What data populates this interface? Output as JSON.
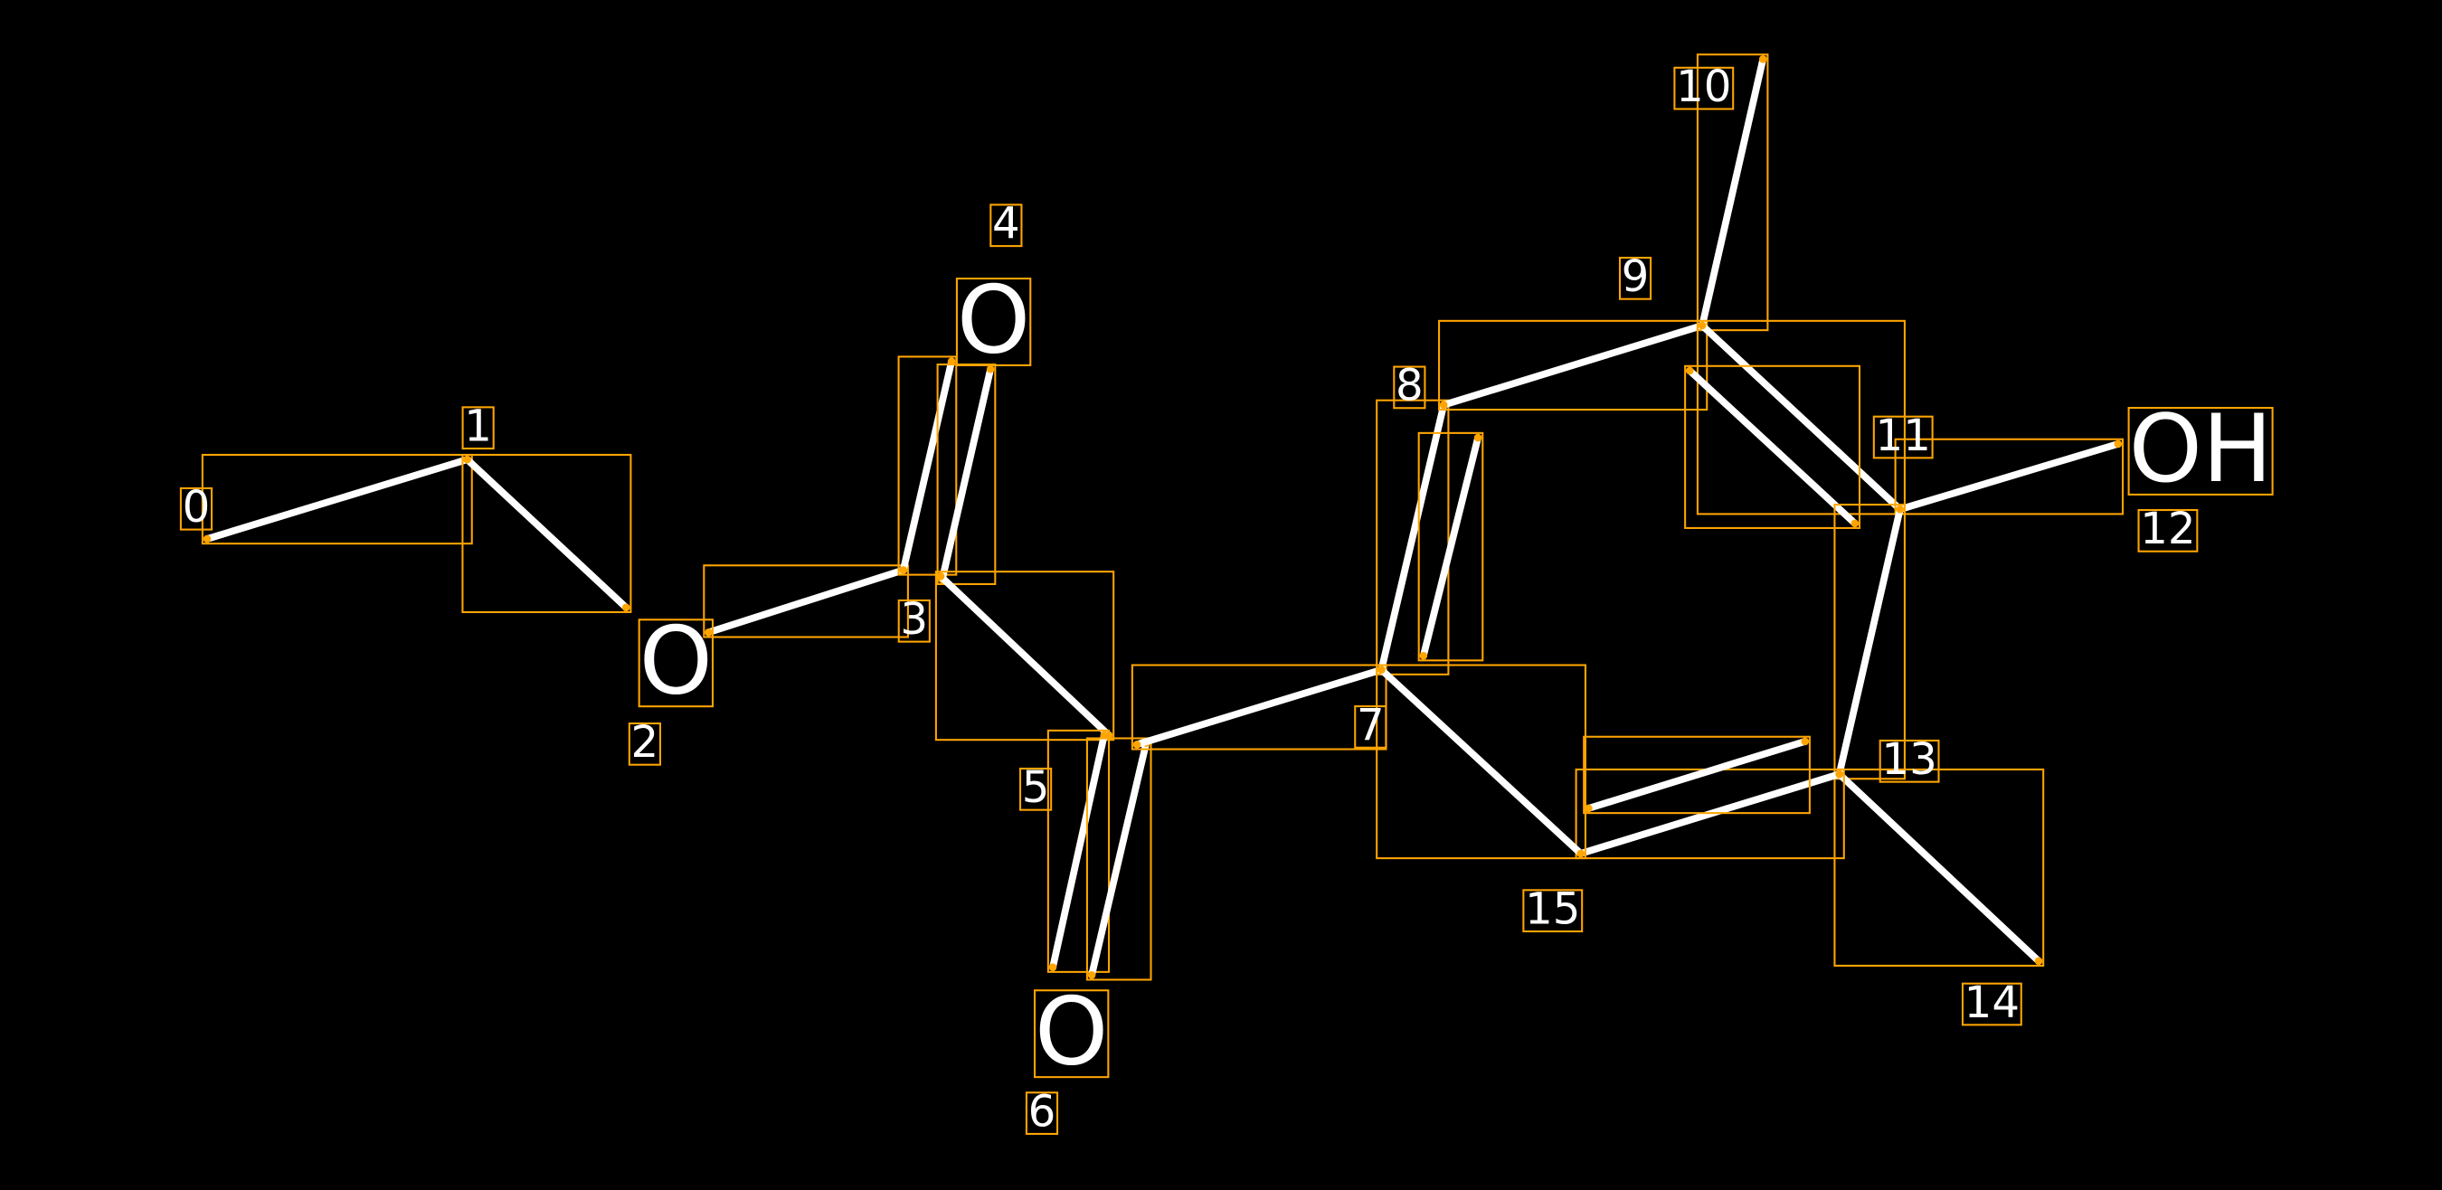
{
  "colors": {
    "background": "#000000",
    "bond": "#FFFFFF",
    "box": "#FFA500"
  },
  "atoms": [
    {
      "index": "0",
      "symbol": ""
    },
    {
      "index": "1",
      "symbol": ""
    },
    {
      "index": "2",
      "symbol": "O"
    },
    {
      "index": "3",
      "symbol": ""
    },
    {
      "index": "4",
      "symbol": "O"
    },
    {
      "index": "5",
      "symbol": ""
    },
    {
      "index": "6",
      "symbol": "O"
    },
    {
      "index": "7",
      "symbol": ""
    },
    {
      "index": "8",
      "symbol": ""
    },
    {
      "index": "9",
      "symbol": ""
    },
    {
      "index": "10",
      "symbol": ""
    },
    {
      "index": "11",
      "symbol": ""
    },
    {
      "index": "12",
      "symbol": "OH"
    },
    {
      "index": "13",
      "symbol": ""
    },
    {
      "index": "14",
      "symbol": ""
    },
    {
      "index": "15",
      "symbol": ""
    }
  ],
  "bonds": [
    {
      "from": 0,
      "to": 1,
      "order": 1
    },
    {
      "from": 1,
      "to": 2,
      "order": 1
    },
    {
      "from": 2,
      "to": 3,
      "order": 1
    },
    {
      "from": 3,
      "to": 4,
      "order": 2
    },
    {
      "from": 3,
      "to": 5,
      "order": 1
    },
    {
      "from": 5,
      "to": 6,
      "order": 2
    },
    {
      "from": 5,
      "to": 7,
      "order": 1
    },
    {
      "from": 7,
      "to": 8,
      "order": 2
    },
    {
      "from": 8,
      "to": 9,
      "order": 1
    },
    {
      "from": 9,
      "to": 10,
      "order": 1
    },
    {
      "from": 9,
      "to": 11,
      "order": 2
    },
    {
      "from": 11,
      "to": 12,
      "order": 1
    },
    {
      "from": 11,
      "to": 13,
      "order": 1
    },
    {
      "from": 13,
      "to": 14,
      "order": 1
    },
    {
      "from": 13,
      "to": 15,
      "order": 2
    },
    {
      "from": 15,
      "to": 7,
      "order": 1
    }
  ]
}
